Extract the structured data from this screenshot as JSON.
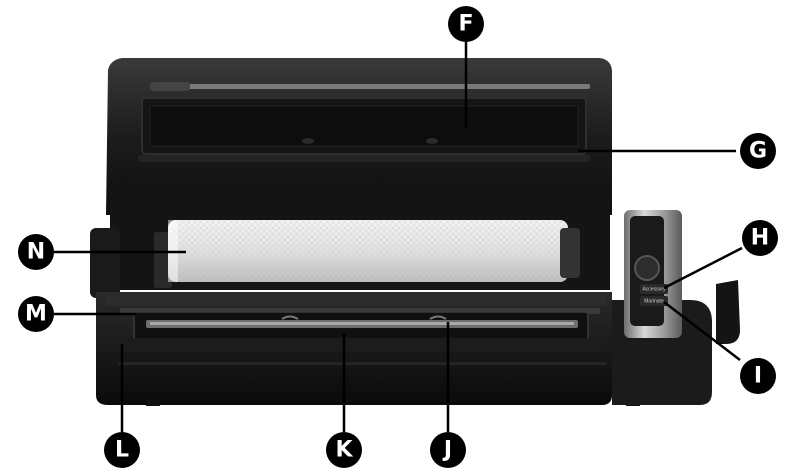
{
  "callouts": [
    {
      "id": "F",
      "label": "F"
    },
    {
      "id": "G",
      "label": "G"
    },
    {
      "id": "H",
      "label": "H"
    },
    {
      "id": "I",
      "label": "I"
    },
    {
      "id": "J",
      "label": "J"
    },
    {
      "id": "K",
      "label": "K"
    },
    {
      "id": "L",
      "label": "L"
    },
    {
      "id": "M",
      "label": "M"
    },
    {
      "id": "N",
      "label": "N"
    }
  ],
  "side_panel": {
    "button_top": "Accessory",
    "button_bottom": "Marinate"
  }
}
